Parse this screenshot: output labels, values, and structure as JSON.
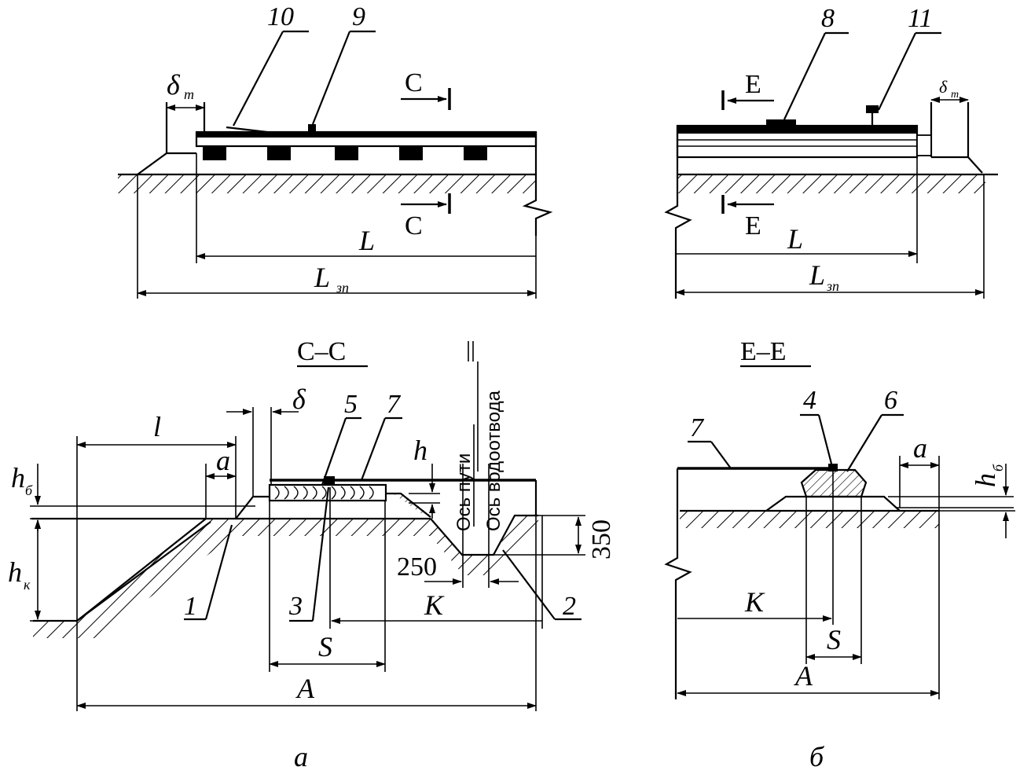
{
  "figure": {
    "views": {
      "a": {
        "section_title": "С–С",
        "caption": "а",
        "parts": [
          "10",
          "9",
          "5",
          "7",
          "1",
          "3",
          "2"
        ],
        "section_mark": "С",
        "dimensions": {
          "L": "L",
          "Lzp_main": "L",
          "Lzp_sub": "зп",
          "delta_t_main": "δ",
          "delta_t_sub": "т",
          "delta": "δ",
          "l": "l",
          "a": "a",
          "h": "h",
          "hb_main": "h",
          "hb_sub": "б",
          "hk_main": "h",
          "hk_sub": "к",
          "S": "S",
          "K": "K",
          "A": "A",
          "d250": "250",
          "d350": "350"
        },
        "axis_labels": {
          "track_axis": "Ось пути",
          "drain_axis": "Ось водоотвода"
        }
      },
      "b": {
        "section_title": "Е–Е",
        "caption": "б",
        "parts": [
          "8",
          "11",
          "7",
          "4",
          "6"
        ],
        "section_mark": "Е",
        "dimensions": {
          "L": "L",
          "Lzp_main": "L",
          "Lzp_sub": "зп",
          "delta_t_main": "δ",
          "delta_t_sub": "т",
          "a": "a",
          "hb_main": "h",
          "hb_sub": "б",
          "K": "K",
          "S": "S",
          "A": "A"
        }
      }
    }
  }
}
